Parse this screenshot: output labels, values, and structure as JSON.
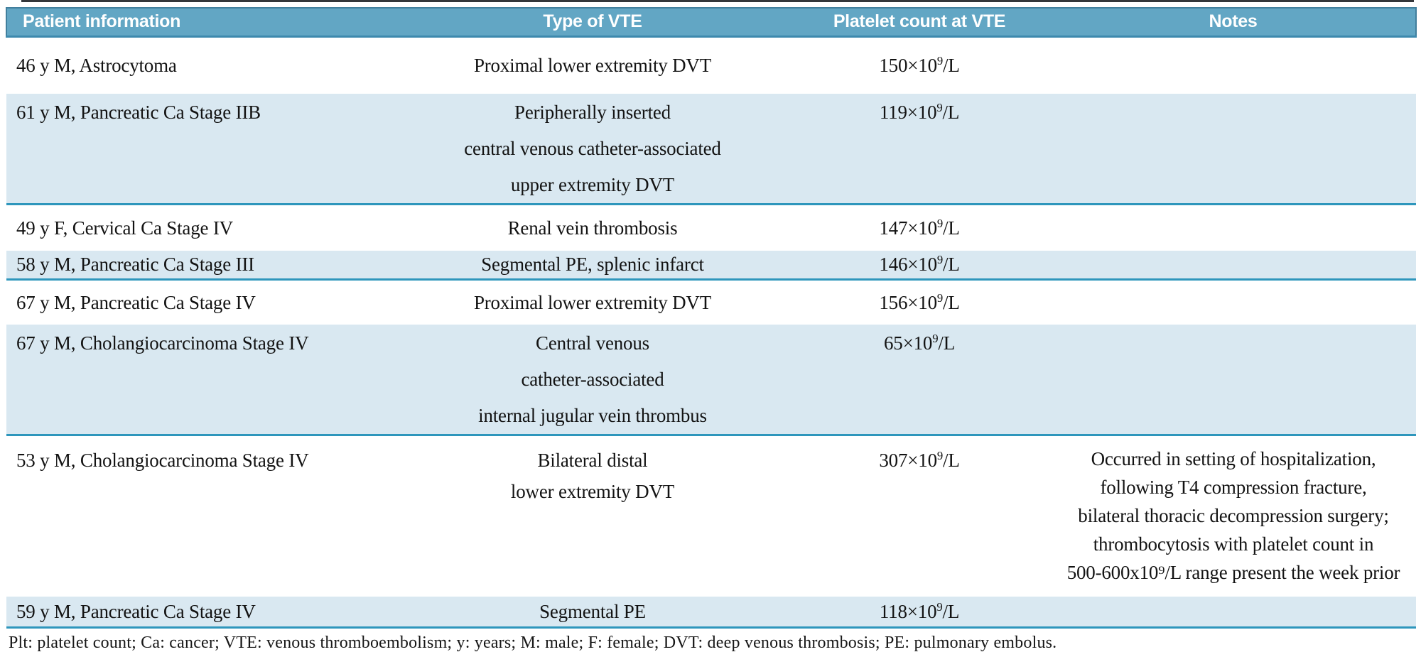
{
  "colors": {
    "header_bar": "#62a6c4",
    "header_edge": "#3d89ad",
    "row_band": "#d9e8f1",
    "row_rule": "#2e96bc",
    "header_text": "#ffffff",
    "body_text": "#131313"
  },
  "table": {
    "columns": [
      {
        "label": "Patient information"
      },
      {
        "label": "Type of VTE"
      },
      {
        "label": "Platelet count at VTE"
      },
      {
        "label": "Notes"
      }
    ],
    "rows": [
      {
        "patient": "46 y M, Astrocytoma",
        "vte_lines": [
          "Proximal lower extremity DVT"
        ],
        "platelet": {
          "base": "150×10",
          "sup": "9",
          "unit": "/L"
        },
        "notes_lines": [],
        "shaded": false
      },
      {
        "patient": "61 y M, Pancreatic Ca Stage IIB",
        "vte_lines": [
          "Peripherally inserted",
          "central venous catheter-associated",
          "upper extremity DVT"
        ],
        "platelet": {
          "base": "119×10",
          "sup": "9",
          "unit": "/L"
        },
        "notes_lines": [],
        "shaded": true
      },
      {
        "patient": "49 y F, Cervical Ca Stage IV",
        "vte_lines": [
          "Renal vein thrombosis"
        ],
        "platelet": {
          "base": "147×10",
          "sup": "9",
          "unit": "/L"
        },
        "notes_lines": [],
        "shaded": false
      },
      {
        "patient": "58 y M, Pancreatic Ca Stage III",
        "vte_lines": [
          "Segmental PE, splenic infarct"
        ],
        "platelet": {
          "base": "146×10",
          "sup": "9",
          "unit": "/L"
        },
        "notes_lines": [],
        "shaded": true
      },
      {
        "patient": "67 y M, Pancreatic Ca Stage IV",
        "vte_lines": [
          "Proximal lower extremity DVT"
        ],
        "platelet": {
          "base": "156×10",
          "sup": "9",
          "unit": "/L"
        },
        "notes_lines": [],
        "shaded": false
      },
      {
        "patient": "67 y M, Cholangiocarcinoma Stage IV",
        "vte_lines": [
          "Central venous",
          "catheter-associated",
          "internal jugular vein thrombus"
        ],
        "platelet": {
          "base": "65×10",
          "sup": "9",
          "unit": "/L"
        },
        "notes_lines": [],
        "shaded": true
      },
      {
        "patient": "53 y M, Cholangiocarcinoma Stage IV",
        "vte_lines": [
          "Bilateral distal",
          "lower extremity DVT"
        ],
        "platelet": {
          "base": "307×10",
          "sup": "9",
          "unit": "/L"
        },
        "notes_lines": [
          "Occurred in setting of hospitalization,",
          "following T4 compression fracture,",
          "bilateral thoracic decompression surgery;",
          "thrombocytosis with platelet count in",
          "500-600x10⁹/L range present the week prior"
        ],
        "shaded": false
      },
      {
        "patient": "59 y M, Pancreatic Ca Stage IV",
        "vte_lines": [
          "Segmental PE"
        ],
        "platelet": {
          "base": "118×10",
          "sup": "9",
          "unit": "/L"
        },
        "notes_lines": [],
        "shaded": true
      }
    ],
    "footnote": "Plt: platelet count; Ca: cancer; VTE: venous thromboembolism; y: years; M: male; F: female; DVT: deep venous thrombosis; PE: pulmonary embolus."
  },
  "chart_data": {
    "type": "table",
    "title": "",
    "categories": [
      "46 y M, Astrocytoma",
      "61 y M, Pancreatic Ca Stage IIB",
      "49 y F, Cervical Ca Stage IV",
      "58 y M, Pancreatic Ca Stage III",
      "67 y M, Pancreatic Ca Stage IV",
      "67 y M, Cholangiocarcinoma Stage IV",
      "53 y M, Cholangiocarcinoma Stage IV",
      "59 y M, Pancreatic Ca Stage IV"
    ],
    "series": [
      {
        "name": "Platelet count at VTE (x10^9/L)",
        "values": [
          150,
          119,
          147,
          146,
          156,
          65,
          307,
          118
        ]
      }
    ]
  }
}
